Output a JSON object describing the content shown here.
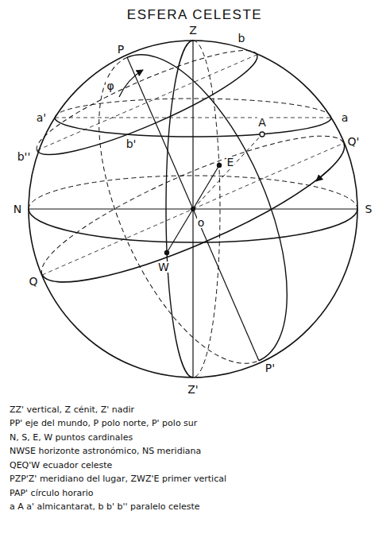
{
  "diagram": {
    "title": "ESFERA CELESTE",
    "labels": [
      "Z",
      "P",
      "b",
      "a'",
      "b'",
      "A",
      "a",
      "Q'",
      "b''",
      "E",
      "φ",
      "N",
      "o",
      "S",
      "W",
      "Q",
      "P'",
      "Z'",
      "ZZ' vertical, Z cénit, Z' nadir",
      "PP' eje del mundo, P polo norte, P' polo sur",
      "N, S, E, W puntos cardinales",
      "NWSE horizonte astronómico, NS meridiana",
      "QEQ'W ecuador celeste",
      "PZP'Z' meridiano del lugar, ZWZ'E primer vertical",
      "PAP' círculo horario",
      "a A a' almicantarat, b b' b'' paralelo celeste"
    ]
  }
}
